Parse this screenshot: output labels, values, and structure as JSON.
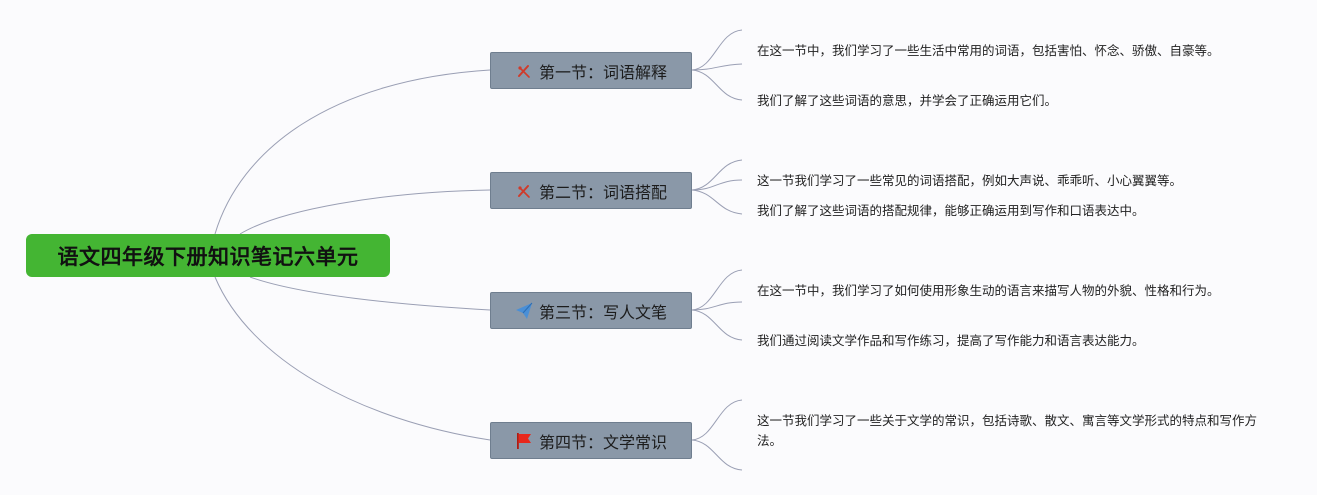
{
  "root": {
    "title": "语文四年级下册知识笔记六单元",
    "color": "#44b533"
  },
  "branches": [
    {
      "label": "第一节：词语解释",
      "icon": "tools-icon",
      "notes": [
        "在这一节中，我们学习了一些生活中常用的词语，包括害怕、怀念、骄傲、自豪等。",
        "我们了解了这些词语的意思，并学会了正确运用它们。"
      ]
    },
    {
      "label": "第二节：词语搭配",
      "icon": "tools-icon",
      "notes": [
        "这一节我们学习了一些常见的词语搭配，例如大声说、乖乖听、小心翼翼等。",
        "我们了解了这些词语的搭配规律，能够正确运用到写作和口语表达中。"
      ]
    },
    {
      "label": "第三节：写人文笔",
      "icon": "paper-plane-icon",
      "notes": [
        "在这一节中，我们学习了如何使用形象生动的语言来描写人物的外貌、性格和行为。",
        "我们通过阅读文学作品和写作练习，提高了写作能力和语言表达能力。"
      ]
    },
    {
      "label": "第四节：文学常识",
      "icon": "red-flag-icon",
      "notes": [
        "这一节我们学习了一些关于文学的常识，包括诗歌、散文、寓言等文学形式的特点和写作方法。"
      ]
    }
  ],
  "colors": {
    "branch_fill": "#8a98a8",
    "connector": "#9a9fb4",
    "tools_icon": "#d03a2a",
    "plane_icon": "#4a8fd6",
    "flag_icon": "#e8271b"
  }
}
